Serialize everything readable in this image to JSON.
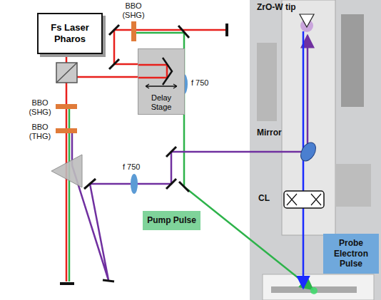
{
  "diagram": {
    "nodes": [
      {
        "text": [
          "Fs Laser Pharos"
        ]
      },
      {
        "text": [
          "Delay Stage"
        ]
      },
      {
        "text": [
          "Pump Pulse"
        ]
      },
      {
        "text": [
          "Probe Electron Pulse"
        ]
      }
    ],
    "edges": [],
    "labels": [
      "BBO (SHG)",
      "f 750",
      "ZrO-W tip",
      "Mirror",
      "BBO (SHG)",
      "BBO (THG)",
      "CL",
      "f 750"
    ]
  }
}
